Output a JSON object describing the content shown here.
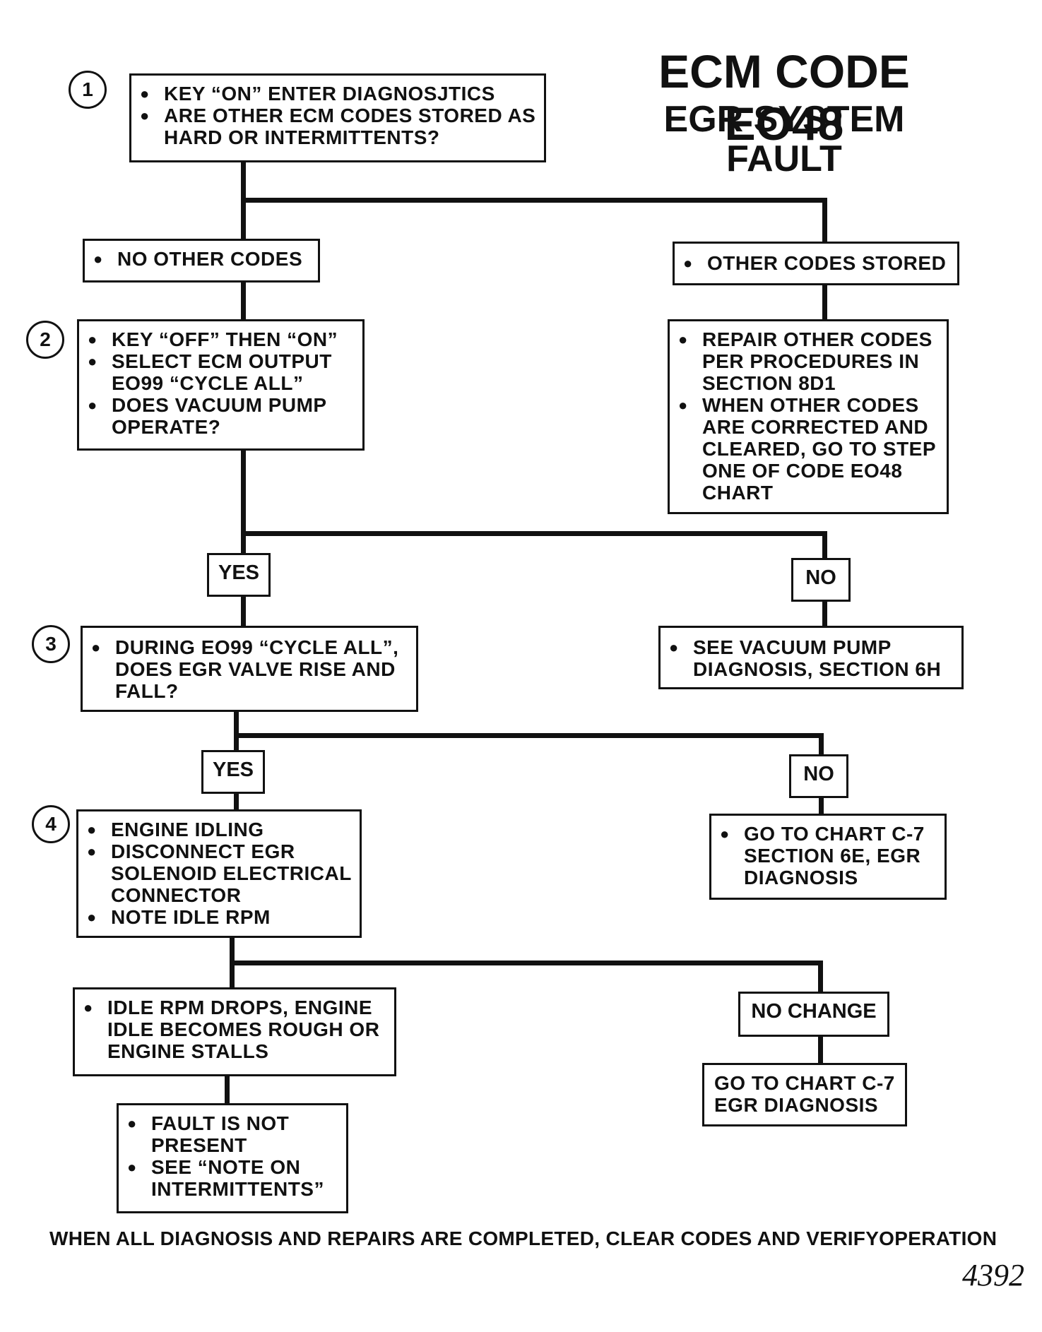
{
  "title": {
    "line1": "ECM CODE EO48",
    "line2": "EGR SYSTEM",
    "line3": "FAULT"
  },
  "steps": [
    {
      "number": "1",
      "items": [
        "KEY “ON” ENTER DIAGNOSJTICS",
        "ARE OTHER ECM CODES STORED AS HARD OR INTERMITTENTS?"
      ]
    },
    {
      "number": "2",
      "items": [
        "KEY “OFF” THEN “ON”",
        "SELECT ECM OUTPUT EO99 “CYCLE ALL”",
        "DOES VACUUM PUMP OPERATE?"
      ]
    },
    {
      "number": "3",
      "items": [
        "DURING EO99 “CYCLE ALL”, DOES EGR VALVE RISE AND FALL?"
      ]
    },
    {
      "number": "4",
      "items": [
        "ENGINE IDLING",
        "DISCONNECT EGR SOLENOID ELECTRICAL CONNECTOR",
        "NOTE IDLE RPM"
      ]
    }
  ],
  "branches": {
    "no_other_codes": "NO OTHER CODES",
    "other_codes_stored": "OTHER CODES STORED",
    "repair_other": [
      "REPAIR OTHER CODES PER PROCEDURES IN SECTION 8D1",
      "WHEN OTHER CODES ARE CORRECTED AND CLEARED, GO TO STEP ONE OF CODE EO48 CHART"
    ],
    "yes_label": "YES",
    "no_label": "NO",
    "no_change_label": "NO CHANGE",
    "vacuum_pump": [
      "SEE VACUUM PUMP DIAGNOSIS, SECTION 6H"
    ],
    "chart_c7_6e": [
      "GO TO CHART C-7 SECTION 6E, EGR DIAGNOSIS"
    ],
    "idle_drops": [
      "IDLE RPM DROPS, ENGINE IDLE BECOMES ROUGH OR ENGINE STALLS"
    ],
    "fault_not_present": [
      "FAULT IS NOT PRESENT",
      "SEE “NOTE ON INTERMITTENTS”"
    ],
    "chart_c7_egr": "GO TO CHART C-7 EGR  DIAGNOSIS"
  },
  "footer": "WHEN ALL DIAGNOSIS AND REPAIRS ARE COMPLETED, CLEAR CODES AND VERIFYOPERATION",
  "page_number": "4392"
}
